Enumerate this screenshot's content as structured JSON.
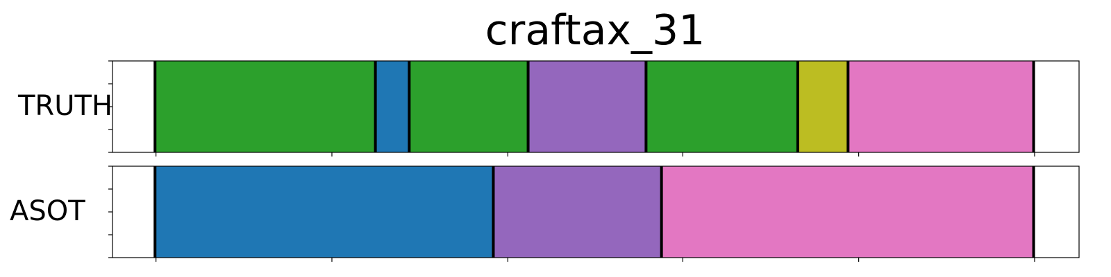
{
  "chart_data": {
    "type": "bar",
    "title": "craftax_31",
    "xlim": [
      0,
      1
    ],
    "rows": [
      {
        "label": "TRUTH",
        "segments": [
          {
            "start": 0.044,
            "end": 0.272,
            "color": "#2ca02c"
          },
          {
            "start": 0.272,
            "end": 0.307,
            "color": "#1f77b4"
          },
          {
            "start": 0.307,
            "end": 0.43,
            "color": "#2ca02c"
          },
          {
            "start": 0.43,
            "end": 0.552,
            "color": "#9467bd"
          },
          {
            "start": 0.552,
            "end": 0.709,
            "color": "#2ca02c"
          },
          {
            "start": 0.709,
            "end": 0.761,
            "color": "#bcbd22"
          },
          {
            "start": 0.761,
            "end": 0.953,
            "color": "#e377c2"
          }
        ]
      },
      {
        "label": "ASOT",
        "segments": [
          {
            "start": 0.044,
            "end": 0.394,
            "color": "#1f77b4"
          },
          {
            "start": 0.394,
            "end": 0.568,
            "color": "#9467bd"
          },
          {
            "start": 0.568,
            "end": 0.953,
            "color": "#e377c2"
          }
        ]
      }
    ]
  }
}
